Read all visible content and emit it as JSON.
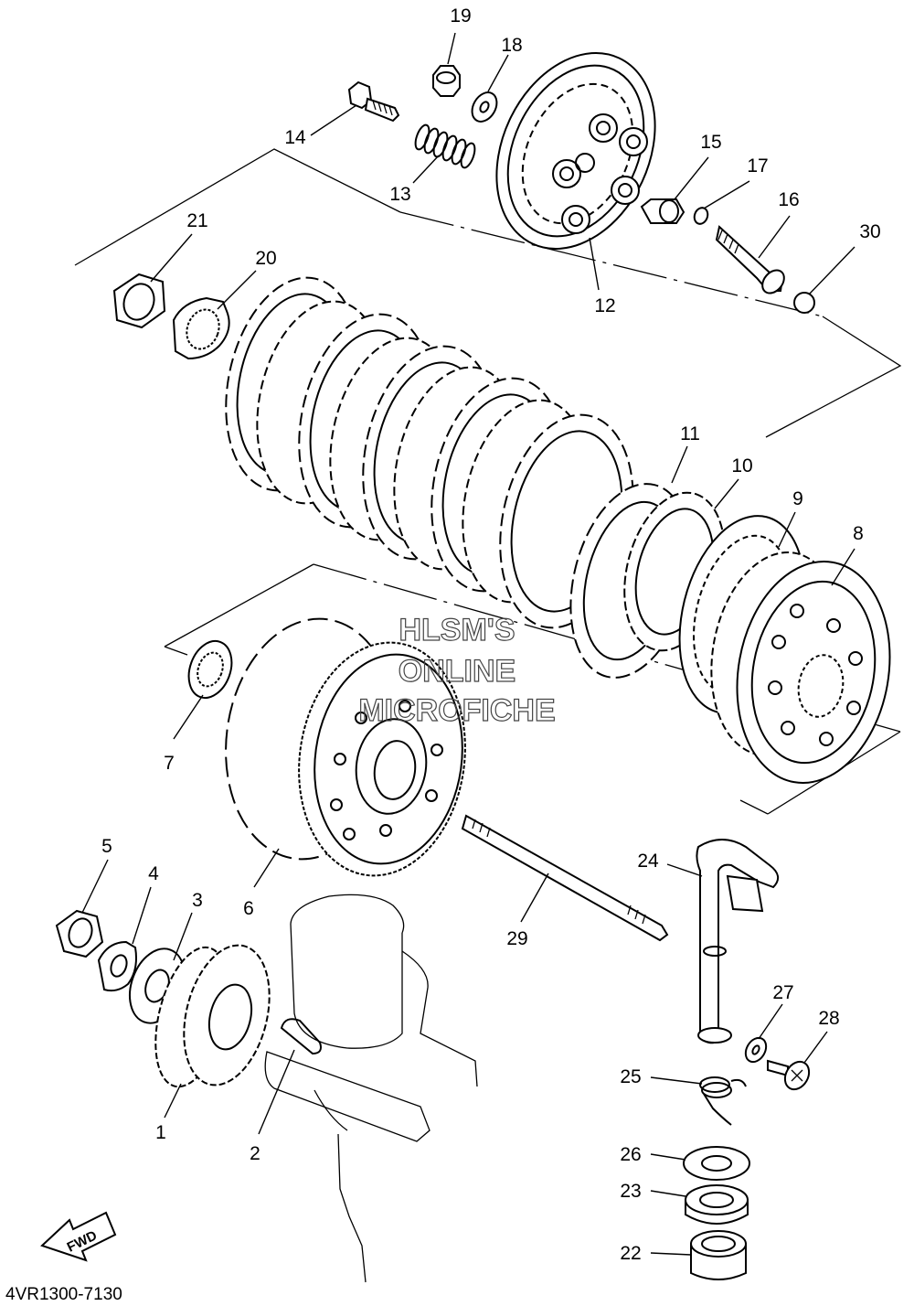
{
  "diagram_code": "4VR1300-7130",
  "direction_label": "FWD",
  "watermark": [
    "HLSM'S",
    "ONLINE",
    "MICROFICHE"
  ],
  "callouts": [
    "1",
    "2",
    "3",
    "4",
    "5",
    "6",
    "7",
    "8",
    "9",
    "10",
    "11",
    "12",
    "13",
    "14",
    "15",
    "16",
    "17",
    "18",
    "19",
    "20",
    "21",
    "22",
    "23",
    "24",
    "25",
    "26",
    "27",
    "28",
    "29",
    "30"
  ]
}
